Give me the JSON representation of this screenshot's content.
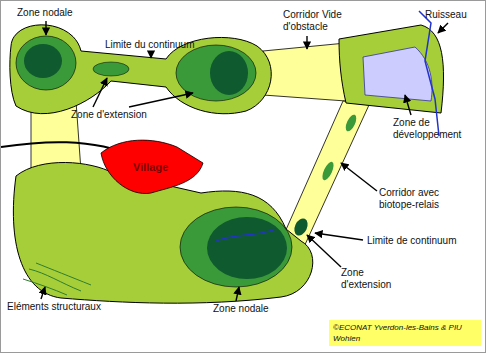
{
  "diagram": {
    "nodes": [
      {
        "text": [
          "Village"
        ]
      }
    ],
    "labels": [
      "Zone nodale",
      "Limite du continuum",
      "Corridor Vide d'obstacle",
      "Ruisseau",
      "Zone d'extension",
      "Zone de développement",
      "Corridor avec biotope-relais",
      "Limite de continuum",
      "Zone d'extension",
      "Eléments structuraux",
      "Zone nodale",
      "©ECONAT Yverdon-les-Bains & PIU Wohlen"
    ]
  }
}
